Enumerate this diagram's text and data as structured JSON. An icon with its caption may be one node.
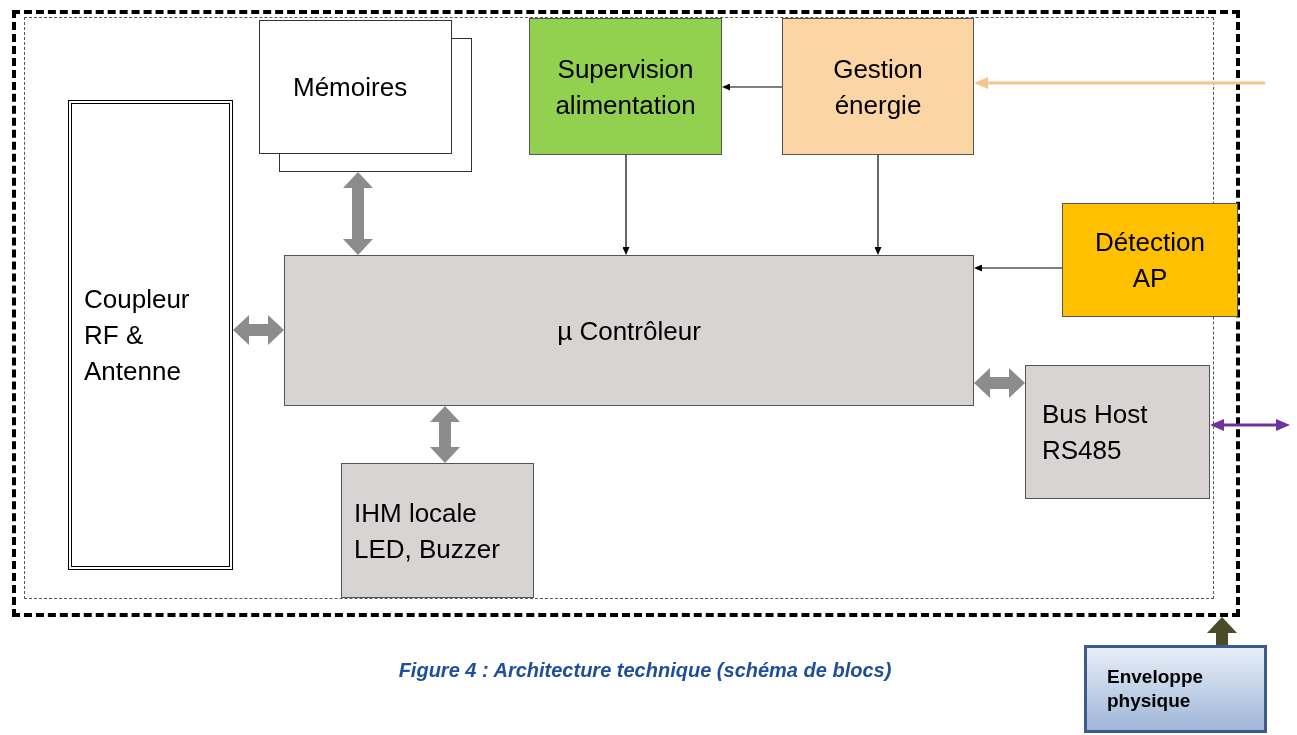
{
  "diagram": {
    "caption": "Figure 4 : Architecture technique (schéma de blocs)",
    "nodes": [
      {
        "text": [],
        "shape": "box"
      },
      {
        "text": [],
        "shape": "box",
        "in": 0
      },
      {
        "text": [
          "Mémoires"
        ],
        "in": 1
      },
      {
        "text": [
          "Supervision alimentation"
        ],
        "in": 1
      },
      {
        "text": [
          "Gestion énergie"
        ],
        "in": 1
      },
      {
        "text": [
          "Coupleur RF & Antenne"
        ],
        "in": 1
      },
      {
        "text": [
          "µ Contrôleur"
        ],
        "in": 1
      },
      {
        "text": [
          "Détection AP"
        ],
        "in": 0
      },
      {
        "text": [
          "Bus Host RS485"
        ],
        "in": 1
      },
      {
        "text": [
          "IHM locale LED, Buzzer"
        ],
        "in": 1
      },
      {
        "text": [
          "Enveloppe physique"
        ]
      }
    ],
    "edges": [
      {
        "from": 4,
        "to": 3,
        "arrow": "to"
      },
      {
        "from": 3,
        "to": 6,
        "arrow": "to"
      },
      {
        "from": 4,
        "to": 6,
        "arrow": "to"
      },
      {
        "from": 7,
        "to": 6,
        "arrow": "to"
      },
      {
        "from": null,
        "to": 4,
        "arrow": "to",
        "color": "#f5c48a"
      },
      {
        "from": 2,
        "to": 6,
        "arrow": "both",
        "style": "thick",
        "color": "#8c8c8c"
      },
      {
        "from": 5,
        "to": 6,
        "arrow": "both",
        "style": "thick",
        "color": "#8c8c8c"
      },
      {
        "from": 9,
        "to": 6,
        "arrow": "both",
        "style": "thick",
        "color": "#8c8c8c"
      },
      {
        "from": 8,
        "to": 6,
        "arrow": "both",
        "style": "thick",
        "color": "#8c8c8c"
      },
      {
        "from": 8,
        "to": null,
        "arrow": "both",
        "color": "#7030a0"
      },
      {
        "from": 10,
        "to": 0,
        "arrow": "to",
        "style": "thick",
        "color": "#4d4a2a"
      }
    ]
  }
}
